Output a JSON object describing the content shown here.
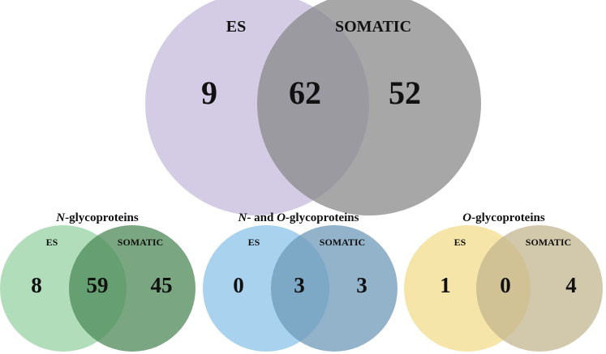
{
  "main_venn": {
    "left_label": "ES",
    "right_label": "SOMATIC",
    "left_only": "9",
    "overlap": "62",
    "right_only": "52",
    "colors": {
      "left": "#ccc2e0",
      "right": "#8a8a8a"
    }
  },
  "sub_venns": [
    {
      "title_italic": "N",
      "title_rest": "-glycoproteins",
      "left_label": "ES",
      "right_label": "SOMATIC",
      "left_only": "8",
      "overlap": "59",
      "right_only": "45",
      "colors": {
        "left": "#a9d9b2",
        "right": "#4e8a58"
      }
    },
    {
      "title_italic": "N",
      "title_middle": "- and ",
      "title_italic_2": "O",
      "title_rest": "-glycoproteins",
      "left_label": "ES",
      "right_label": "SOMATIC",
      "left_only": "0",
      "overlap": "3",
      "right_only": "3",
      "colors": {
        "left": "#9fcdec",
        "right": "#6f9ab8"
      }
    },
    {
      "title_italic": "O",
      "title_rest": "-glycoproteins",
      "left_label": "ES",
      "right_label": "SOMATIC",
      "left_only": "1",
      "overlap": "0",
      "right_only": "4",
      "colors": {
        "left": "#f4e2a0",
        "right": "#c3b68f"
      }
    }
  ]
}
